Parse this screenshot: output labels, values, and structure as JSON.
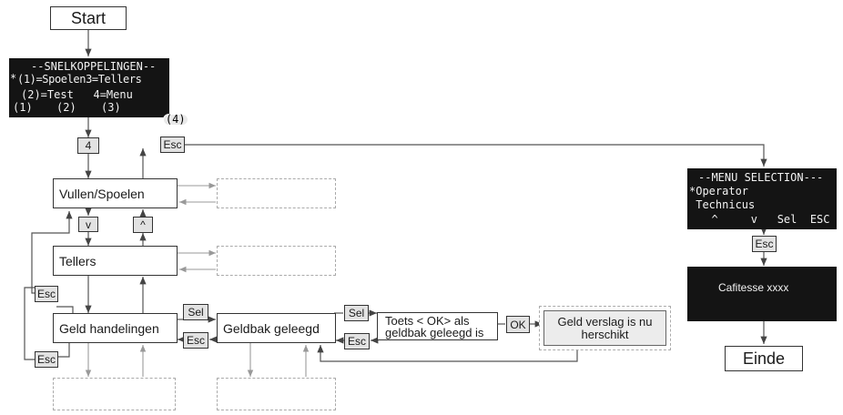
{
  "start_label": "Start",
  "end_label": "Einde",
  "shortcuts_screen": {
    "title": "--SNELKOPPELINGEN--",
    "line1_cursor": "*",
    "line1": "(1)=Spoelen3=Tellers",
    "line2": "(2)=Test   4=Menu",
    "keys": [
      "(1)",
      "(2)",
      "(3)",
      "(4)"
    ]
  },
  "menu_screen": {
    "title": "--MENU SELECTION---",
    "option1": "*Operator",
    "option2": " Technicus",
    "keys_line": "  ^     v   Sel  ESC"
  },
  "model_screen": {
    "text": "Cafitesse xxxx"
  },
  "menu_items": {
    "vullen_spoelen": "Vullen/Spoelen",
    "tellers": "Tellers",
    "geld_handelingen": "Geld handelingen"
  },
  "steps": {
    "geldbak_geleegd": "Geldbak geleegd",
    "toets_ok": "Toets < OK> als geldbak geleegd is",
    "geld_verslag": "Geld verslag is nu herschikt"
  },
  "keys": {
    "four": "4",
    "esc": "Esc",
    "down": "v",
    "up": "^",
    "sel": "Sel",
    "ok": "OK"
  },
  "colors": {
    "line": "#8a8a8a",
    "screen_bg": "#141414",
    "key_bg": "#e2e2e2"
  }
}
